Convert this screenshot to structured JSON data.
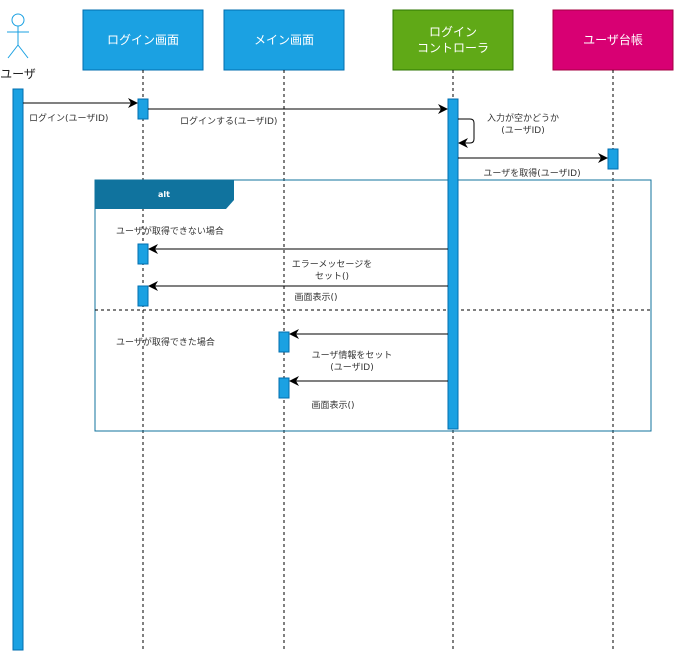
{
  "diagram": {
    "actor": {
      "label": "ユーザ"
    },
    "participants": {
      "login_screen": {
        "label": "ログイン画面",
        "color": "#1ba1e2"
      },
      "main_screen": {
        "label": "メイン画面",
        "color": "#1ba1e2"
      },
      "login_controller": {
        "line1": "ログイン",
        "line2": "コントローラ",
        "color": "#60a917"
      },
      "user_ledger": {
        "label": "ユーザ台帳",
        "color": "#d80073"
      }
    },
    "activation_color": "#1ba1e2",
    "fragment": {
      "label": "alt",
      "color": "#10739e",
      "guard1": "ユーザが取得できない場合",
      "guard2": "ユーザが取得できた場合"
    },
    "messages": {
      "m1": "ログイン(ユーザID)",
      "m2": "ログインする(ユーザID)",
      "m3_line1": "入力が空かどうか",
      "m3_line2": "(ユーザID)",
      "m4": "ユーザを取得(ユーザID)",
      "m5_line1": "エラーメッセージを",
      "m5_line2": "セット()",
      "m6": "画面表示()",
      "m7_line1": "ユーザ情報をセット",
      "m7_line2": "(ユーザID)",
      "m8": "画面表示()"
    }
  }
}
